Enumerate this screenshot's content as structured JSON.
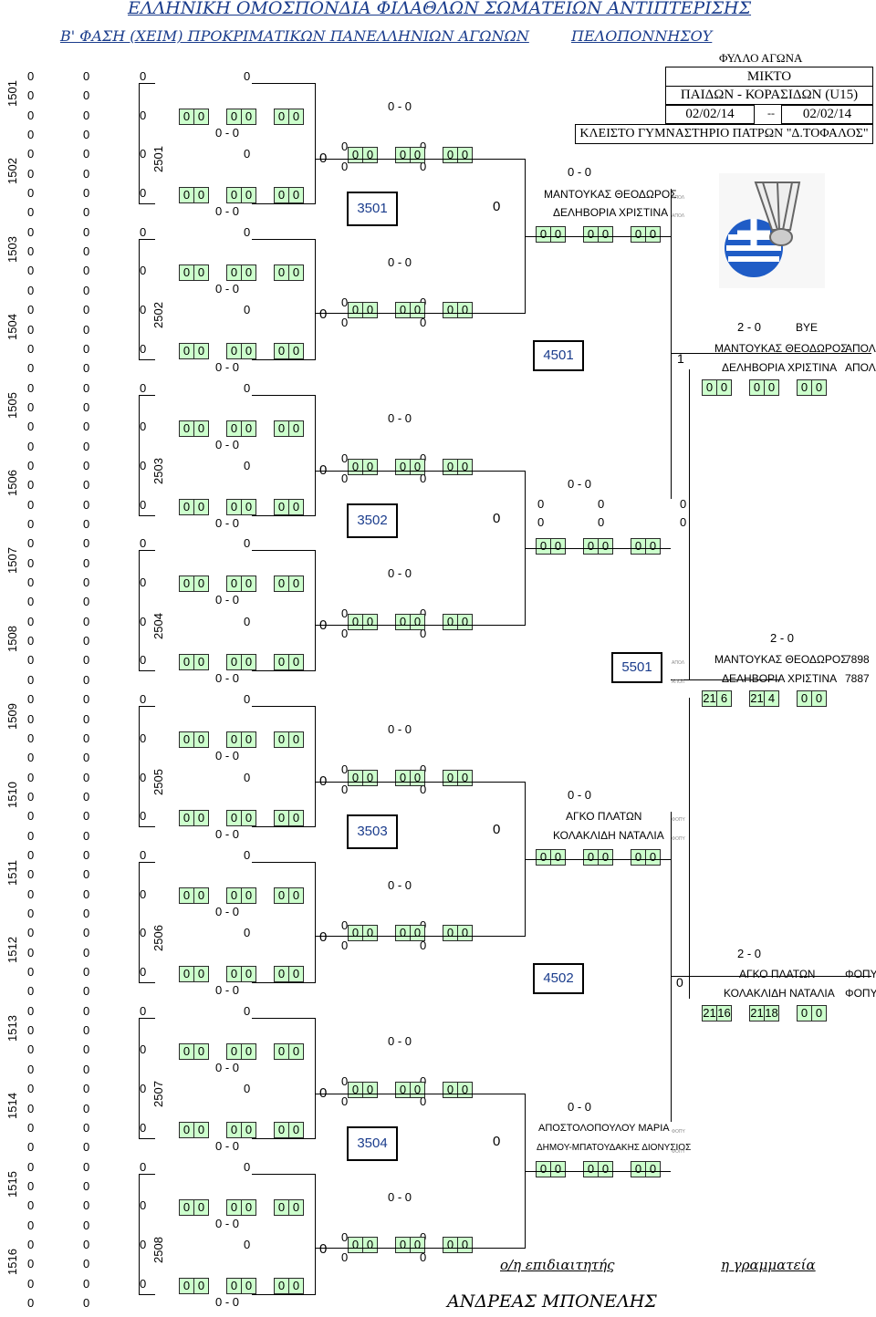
{
  "header": {
    "federation": "ΕΛΛΗΝΙΚΗ ΟΜΟΣΠΟΝΔΙΑ ΦΙΛΑΘΛΩΝ ΣΩΜΑΤΕΙΩΝ ΑΝΤΙΠΤΕΡΙΣΗΣ",
    "phase": "Β' ΦΑΣΗ (ΧΕΙΜ) ΠΡΟΚΡΙΜΑΤΙΚΩΝ ΠΑΝΕΛΛΗΝΙΩΝ ΑΓΩΝΩΝ",
    "region": "ΠΕΛΟΠΟΝΝΗΣΟΥ"
  },
  "info": {
    "sheet": "ΦΥΛΛΟ ΑΓΩΝΑ",
    "event": "ΜΙΚΤΟ",
    "category": "ΠΑΙΔΩΝ - ΚΟΡΑΣΙΔΩΝ (U15)",
    "date_from": "02/02/14",
    "date_sep": "--",
    "date_to": "02/02/14",
    "venue": "ΚΛΕΙΣΤΟ ΓΥΜΝΑΣΤΗΡΙΟ ΠΑΤΡΩΝ \"Δ.ΤΟΦΑΛΟΣ\""
  },
  "zero": "0",
  "dash": "-",
  "score_blank": "0 - 0",
  "round1": [
    "1501",
    "1502",
    "1503",
    "1504",
    "1505",
    "1506",
    "1507",
    "1508",
    "1509",
    "1510",
    "1511",
    "1512",
    "1513",
    "1514",
    "1515",
    "1516"
  ],
  "round2": [
    "2501",
    "2502",
    "2503",
    "2504",
    "2505",
    "2506",
    "2507",
    "2508"
  ],
  "round3": [
    "3501",
    "3502",
    "3503",
    "3504"
  ],
  "round4": [
    "4501",
    "4502"
  ],
  "final_match": "5501",
  "r3_winners": [
    {
      "p1": "ΜΑΝΤΟΥΚΑΣ ΘΕΟΔΩΡΟΣ",
      "p2": "ΔΕΛΗΒΟΡΙΑ ΧΡΙΣΤΙΝΑ",
      "club1": "ΑΠΟΛ",
      "club2": "ΑΠΟΛ"
    },
    {
      "p1": "0",
      "p2": "0",
      "club1": "0",
      "club2": "0"
    },
    {
      "p1": "ΑΓΚΟ ΠΛΑΤΩΝ",
      "p2": "ΚΟΛΑΚΛΙΔΗ ΝΑΤΑΛΙΑ",
      "club1": "ΦΟΠΥ",
      "club2": "ΦΟΠΥ"
    },
    {
      "p1": "ΑΠΟΣΤΟΛΟΠΟΥΛΟΥ ΜΑΡΙΑ",
      "p2": "ΔΗΜΟΥ-ΜΠΑΤΟΥΔΑΚΗΣ ΔΙΟΝΥΣΙΟΣ",
      "club1": "ΦΟΠΥ",
      "club2": "ΦΟΠΥ"
    }
  ],
  "semi1": {
    "score": "2 - 0",
    "bye": "BYE",
    "p1": "ΜΑΝΤΟΥΚΑΣ ΘΕΟΔΩΡΟΣ",
    "p2": "ΔΕΛΗΒΟΡΙΑ ΧΡΙΣΤΙΝΑ",
    "club1": "ΑΠΟΛ",
    "club2": "ΑΠΟΛ",
    "marker": "1"
  },
  "semi2": {
    "score": "2 - 0",
    "p1": "ΑΓΚΟ ΠΛΑΤΩΝ",
    "p2": "ΚΟΛΑΚΛΙΔΗ ΝΑΤΑΛΙΑ",
    "club1": "ΦΟΠΥ",
    "club2": "ΦΟΠΥ",
    "games": [
      "21",
      "16",
      "21",
      "18",
      "0",
      "0"
    ]
  },
  "final": {
    "score": "2 - 0",
    "p1": "ΜΑΝΤΟΥΚΑΣ ΘΕΟΔΩΡΟΣ",
    "p2": "ΔΕΛΗΒΟΡΙΑ ΧΡΙΣΤΙΝΑ",
    "club1": "ΑΠΟΛ",
    "club2": "ΑΠΟΛ",
    "rank1": "7898",
    "rank2": "7887",
    "games": [
      "21",
      "6",
      "21",
      "4",
      "0",
      "0"
    ]
  },
  "footer": {
    "referee": "ο/η επιδιαιτητής",
    "secretary": "η γραμματεία",
    "signature": "ΑΝΔΡΕΑΣ ΜΠΟΝΕΛΗΣ"
  }
}
